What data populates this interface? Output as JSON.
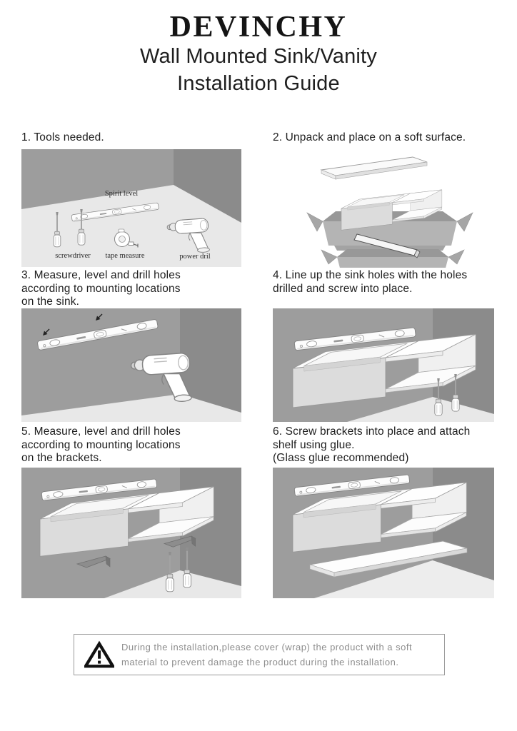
{
  "header": {
    "brand": "DEVINCHY",
    "title": "Wall Mounted Sink/Vanity\nInstallation Guide"
  },
  "steps": {
    "s1": {
      "label": "1. Tools needed."
    },
    "s2": {
      "label": "2. Unpack and place on a soft surface."
    },
    "s3": {
      "label": "3. Measure, level and drill holes\naccording to mounting locations\non the sink."
    },
    "s4": {
      "label": "4. Line up the sink holes with the holes\ndrilled and screw into place."
    },
    "s5": {
      "label": "5. Measure, level and drill holes\naccording to mounting locations\non the brackets."
    },
    "s6": {
      "label": "6. Screw brackets into place and attach\nshelf using glue.\n(Glass glue recommended)"
    }
  },
  "illustration1": {
    "labels": {
      "spirit_level": "Spirit level",
      "screwdriver": "screwdriver",
      "tape_measure": "tape measure",
      "power_drill": "power dril"
    }
  },
  "warning": {
    "text": "During the installation,please cover (wrap) the product with a soft\nmaterial to prevent damage the product during the installation."
  },
  "colors": {
    "wall_back": "#9d9d9d",
    "wall_side": "#8b8b8b",
    "floor": "#e8e8e8",
    "heading_text": "#1c1c1c",
    "warning_text": "#8d8d8d",
    "warning_border": "#9a9a9a"
  }
}
